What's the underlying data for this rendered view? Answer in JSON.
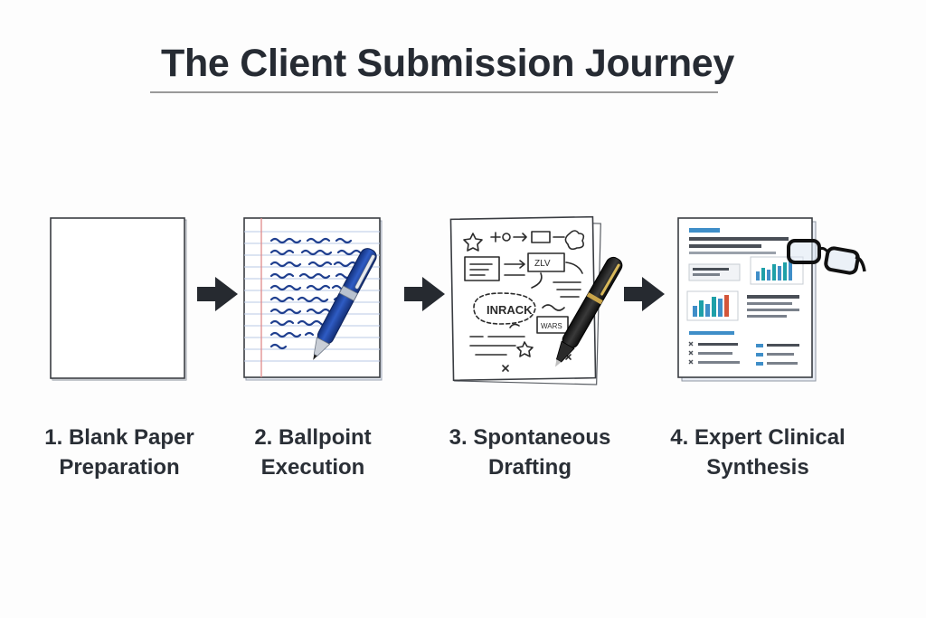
{
  "title": "The Client Submission Journey",
  "steps": [
    {
      "number": "1.",
      "line1": "1. Blank Paper",
      "line2": "Preparation",
      "icon": "blank-paper-icon"
    },
    {
      "number": "2.",
      "line1": "2. Ballpoint",
      "line2": "Execution",
      "icon": "handwritten-page-with-pen-icon"
    },
    {
      "number": "3.",
      "line1": "3. Spontaneous",
      "line2": "Drafting",
      "icon": "sketch-draft-with-pen-icon"
    },
    {
      "number": "4.",
      "line1": "4. Expert Clinical",
      "line2": "Synthesis",
      "icon": "report-with-glasses-icon"
    }
  ],
  "connectors": [
    "arrow-right-icon",
    "arrow-right-icon",
    "arrow-right-icon"
  ],
  "sketch_text": {
    "bubble": "INRACK",
    "top_box": "ZLV",
    "small_box": "WARS"
  },
  "colors": {
    "text": "#262b33",
    "ink_blue": "#1f3f8f",
    "pen_blue": "#1d3f94",
    "arrow": "#262a30",
    "report_blue": "#3f8ec8",
    "report_teal": "#1ea0a8",
    "report_red": "#d3553a"
  }
}
